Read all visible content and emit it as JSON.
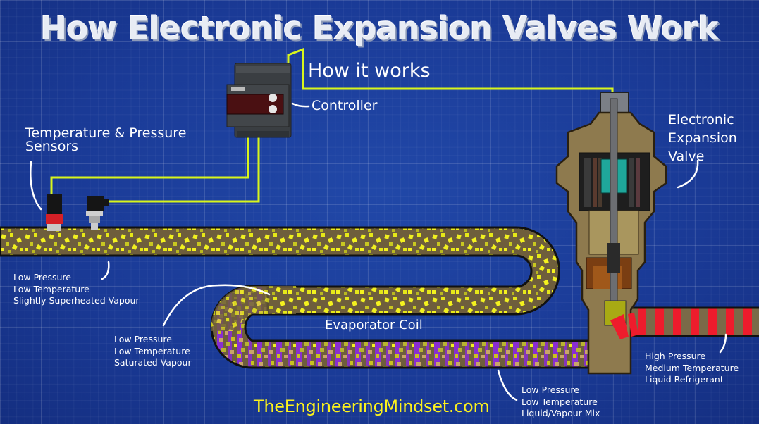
{
  "title": "How Electronic Expansion Valves Work",
  "subtitle": "How it works",
  "labels": {
    "controller": "Controller",
    "sensors_line1": "Temperature & Pressure",
    "sensors_line2": "Sensors",
    "valve_line1": "Electronic",
    "valve_line2": "Expansion",
    "valve_line3": "Valve",
    "evaporator_coil": "Evaporator Coil"
  },
  "states": {
    "superheated": [
      "Low Pressure",
      "Low Temperature",
      "Slightly Superheated Vapour"
    ],
    "saturated": [
      "Low Pressure",
      "Low Temperature",
      "Saturated Vapour"
    ],
    "mix": [
      "Low Pressure",
      "Low Temperature",
      "Liquid/Vapour Mix"
    ],
    "liquid": [
      "High Pressure",
      "Medium Temperature",
      "Liquid Refrigerant"
    ]
  },
  "brand": "TheEngineeringMindset.com",
  "colors": {
    "background": "#1a3a96",
    "wire": "#d8f51c",
    "pipe_fill": "#6e5e3c",
    "vapour": "#f0f020",
    "mix_purple": "#8a2ed0",
    "mix_tan": "#c9a46a",
    "liquid_red": "#ee1c2c",
    "valve_brass": "#8e7a4e",
    "brand_text": "#fcf21c"
  },
  "icons": [
    "controller-device-icon",
    "temperature-sensor-icon",
    "pressure-sensor-icon",
    "expansion-valve-icon"
  ]
}
